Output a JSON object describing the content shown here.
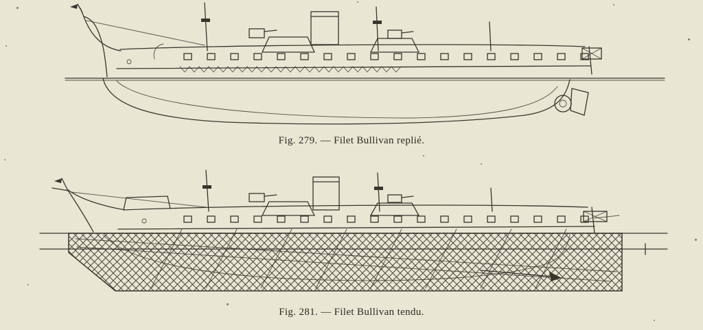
{
  "page": {
    "paper_color": "#e9e6d4",
    "ink_color": "#37352c"
  },
  "figures": [
    {
      "number": "Fig. 279.",
      "caption": "Fig. 279. — Filet Bullivan replié."
    },
    {
      "number": "Fig. 281.",
      "caption": "Fig. 281. — Filet Bullivan tendu."
    }
  ]
}
